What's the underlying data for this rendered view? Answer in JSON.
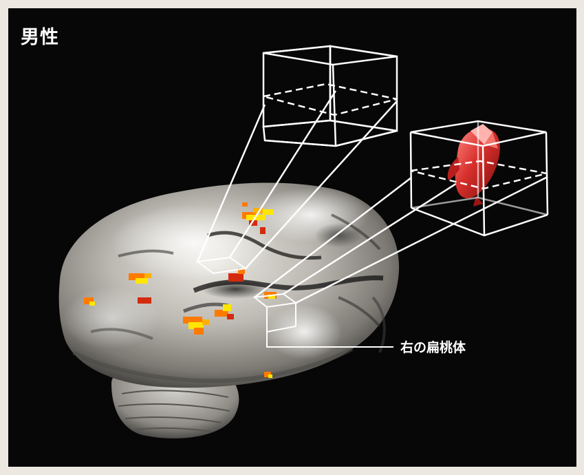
{
  "figure": {
    "title": "男性",
    "annotation_label": "右の扁桃体"
  },
  "colors": {
    "background": "#070707",
    "frame": "#ece8e1",
    "activation_hot": "#ffe600",
    "activation_mid": "#ff7a00",
    "activation_low": "#d42a10",
    "amygdala_model": "#d8302c",
    "wireframe": "#ffffff"
  },
  "icons": [
    "brain-render",
    "wireframe-cube",
    "amygdala-model"
  ]
}
